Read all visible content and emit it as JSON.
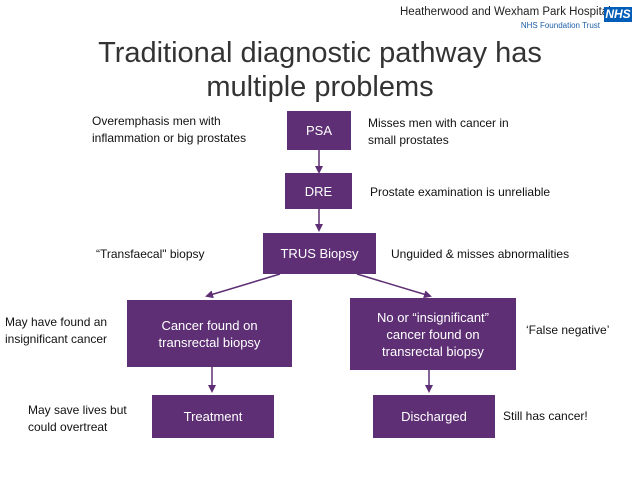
{
  "header": {
    "org_name": "Heatherwood and Wexham Park Hospitals",
    "org_trust": "NHS Foundation Trust",
    "nhs_logo": "NHS"
  },
  "title_line1": "Traditional diagnostic pathway has",
  "title_line2": "multiple problems",
  "nodes": {
    "psa": "PSA",
    "dre": "DRE",
    "trus": "TRUS Biopsy",
    "cancer_found": "Cancer found on transrectal biopsy",
    "no_cancer_line1": "No or “insignificant”",
    "no_cancer_line2": "cancer found on",
    "no_cancer_line3": "transrectal biopsy",
    "treatment": "Treatment",
    "discharged": "Discharged"
  },
  "notes": {
    "psa_left_1": "Overemphasis men with",
    "psa_left_2": "inflammation or big prostates",
    "psa_right_1": "Misses men with cancer in",
    "psa_right_2": "small prostates",
    "dre_right": "Prostate examination is unreliable",
    "trus_left": "“Transfaecal\" biopsy",
    "trus_right": "Unguided & misses abnormalities",
    "cancer_left_1": "May have found an",
    "cancer_left_2": "insignificant cancer",
    "false_negative": "‘False negative’",
    "treatment_left_1": "May save lives but",
    "treatment_left_2": "could overtreat",
    "discharged_right": "Still has cancer!"
  }
}
